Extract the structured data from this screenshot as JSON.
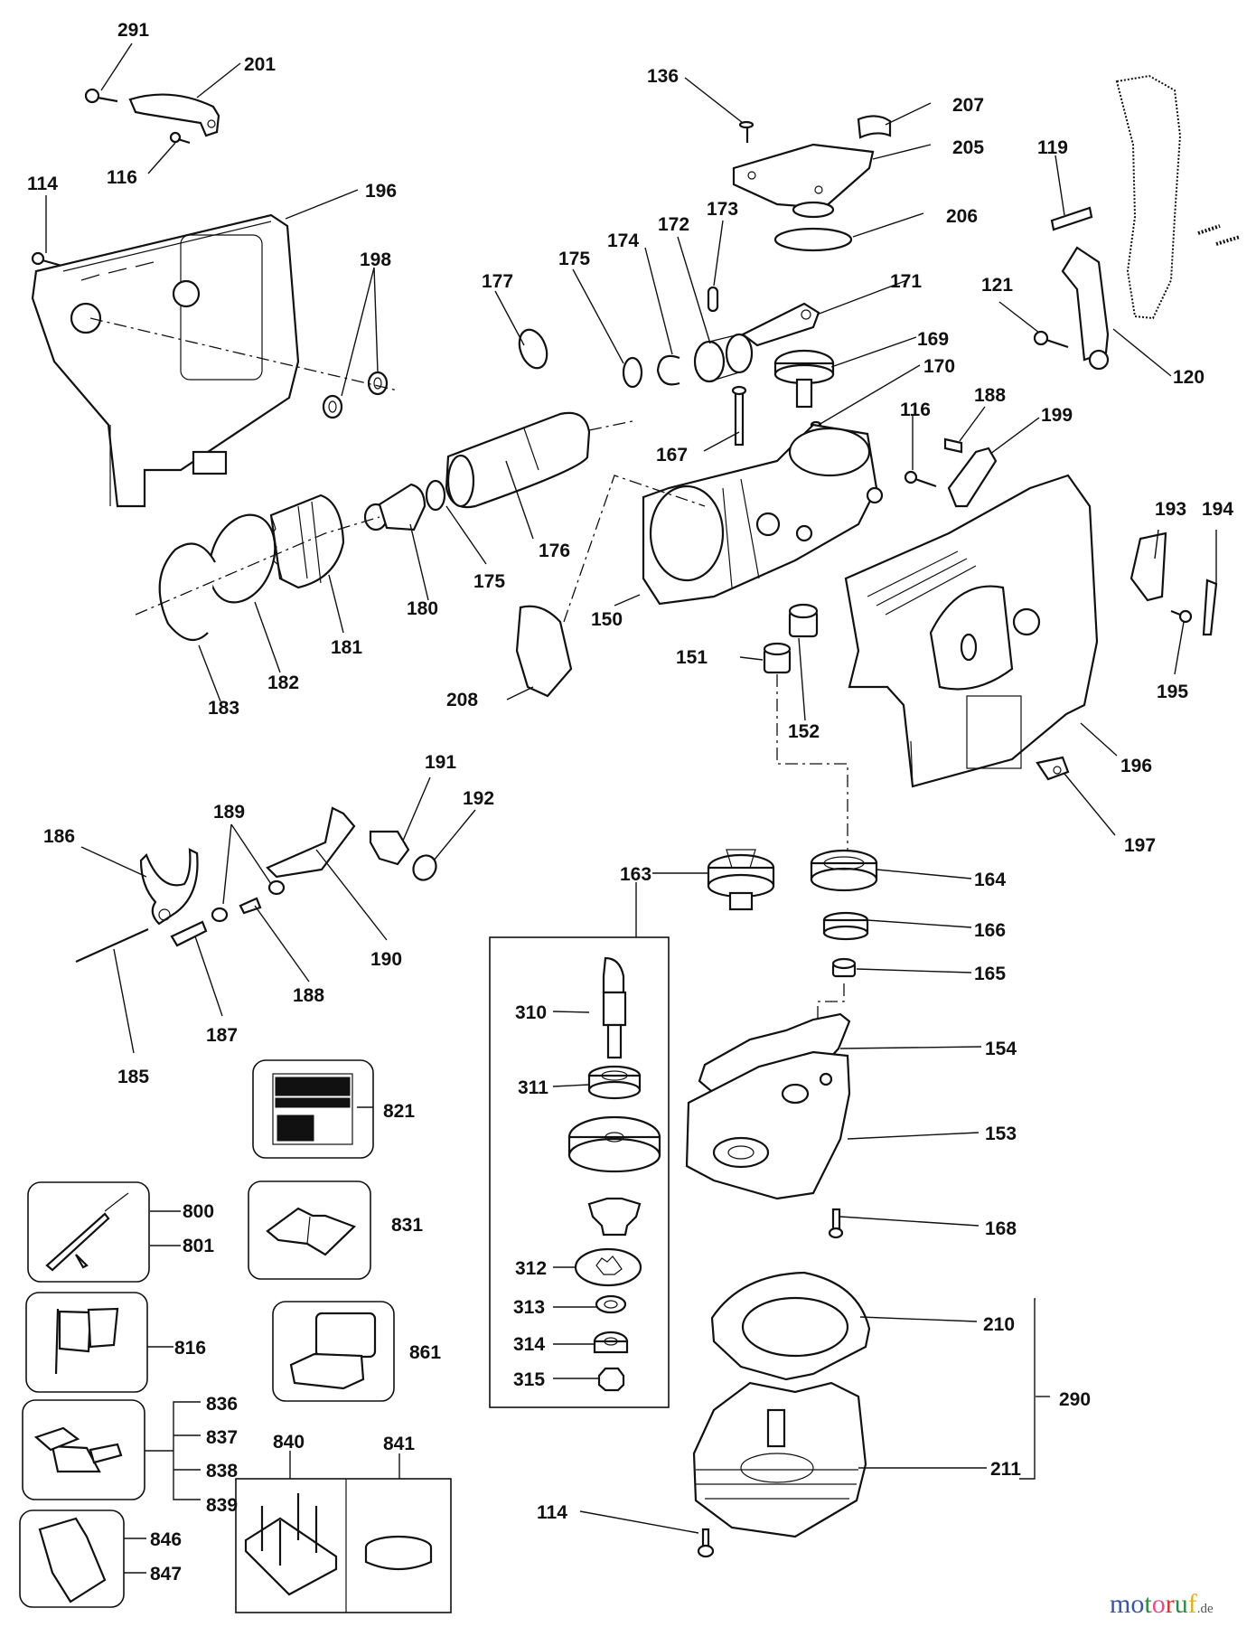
{
  "diagram": {
    "title": "Rotary hammer exploded parts diagram",
    "part_labels": [
      {
        "id": "p291",
        "text": "291"
      },
      {
        "id": "p201",
        "text": "201"
      },
      {
        "id": "p116a",
        "text": "116"
      },
      {
        "id": "p114a",
        "text": "114"
      },
      {
        "id": "p196a",
        "text": "196"
      },
      {
        "id": "p198",
        "text": "198"
      },
      {
        "id": "p136",
        "text": "136"
      },
      {
        "id": "p207",
        "text": "207"
      },
      {
        "id": "p205",
        "text": "205"
      },
      {
        "id": "p206",
        "text": "206"
      },
      {
        "id": "p173",
        "text": "173"
      },
      {
        "id": "p172",
        "text": "172"
      },
      {
        "id": "p174",
        "text": "174"
      },
      {
        "id": "p175a",
        "text": "175"
      },
      {
        "id": "p177",
        "text": "177"
      },
      {
        "id": "p171",
        "text": "171"
      },
      {
        "id": "p169",
        "text": "169"
      },
      {
        "id": "p170",
        "text": "170"
      },
      {
        "id": "p119",
        "text": "119"
      },
      {
        "id": "p121",
        "text": "121"
      },
      {
        "id": "p120",
        "text": "120"
      },
      {
        "id": "p167",
        "text": "167"
      },
      {
        "id": "p116b",
        "text": "116"
      },
      {
        "id": "p188a",
        "text": "188"
      },
      {
        "id": "p199",
        "text": "199"
      },
      {
        "id": "p176",
        "text": "176"
      },
      {
        "id": "p175b",
        "text": "175"
      },
      {
        "id": "p180",
        "text": "180"
      },
      {
        "id": "p181",
        "text": "181"
      },
      {
        "id": "p182",
        "text": "182"
      },
      {
        "id": "p183",
        "text": "183"
      },
      {
        "id": "p150",
        "text": "150"
      },
      {
        "id": "p208",
        "text": "208"
      },
      {
        "id": "p151",
        "text": "151"
      },
      {
        "id": "p152",
        "text": "152"
      },
      {
        "id": "p193",
        "text": "193"
      },
      {
        "id": "p194",
        "text": "194"
      },
      {
        "id": "p195",
        "text": "195"
      },
      {
        "id": "p196b",
        "text": "196"
      },
      {
        "id": "p197",
        "text": "197"
      },
      {
        "id": "p191",
        "text": "191"
      },
      {
        "id": "p192",
        "text": "192"
      },
      {
        "id": "p186",
        "text": "186"
      },
      {
        "id": "p189",
        "text": "189"
      },
      {
        "id": "p190",
        "text": "190"
      },
      {
        "id": "p188b",
        "text": "188"
      },
      {
        "id": "p187",
        "text": "187"
      },
      {
        "id": "p185",
        "text": "185"
      },
      {
        "id": "p163",
        "text": "163"
      },
      {
        "id": "p164",
        "text": "164"
      },
      {
        "id": "p166",
        "text": "166"
      },
      {
        "id": "p165",
        "text": "165"
      },
      {
        "id": "p154",
        "text": "154"
      },
      {
        "id": "p153",
        "text": "153"
      },
      {
        "id": "p168",
        "text": "168"
      },
      {
        "id": "p210",
        "text": "210"
      },
      {
        "id": "p290",
        "text": "290"
      },
      {
        "id": "p211",
        "text": "211"
      },
      {
        "id": "p114b",
        "text": "114"
      },
      {
        "id": "p310",
        "text": "310"
      },
      {
        "id": "p311",
        "text": "311"
      },
      {
        "id": "p312",
        "text": "312"
      },
      {
        "id": "p313",
        "text": "313"
      },
      {
        "id": "p314",
        "text": "314"
      },
      {
        "id": "p315",
        "text": "315"
      },
      {
        "id": "p821",
        "text": "821"
      },
      {
        "id": "p831",
        "text": "831"
      },
      {
        "id": "p861",
        "text": "861"
      },
      {
        "id": "p800",
        "text": "800"
      },
      {
        "id": "p801",
        "text": "801"
      },
      {
        "id": "p816",
        "text": "816"
      },
      {
        "id": "p836",
        "text": "836"
      },
      {
        "id": "p837",
        "text": "837"
      },
      {
        "id": "p838",
        "text": "838"
      },
      {
        "id": "p839",
        "text": "839"
      },
      {
        "id": "p846",
        "text": "846"
      },
      {
        "id": "p847",
        "text": "847"
      },
      {
        "id": "p840",
        "text": "840"
      },
      {
        "id": "p841",
        "text": "841"
      }
    ],
    "accessory_icons": [
      {
        "id": "821",
        "icon": "label-plate-icon"
      },
      {
        "id": "831",
        "icon": "manual-book-icon"
      },
      {
        "id": "800-801",
        "icon": "grease-gun-icon"
      },
      {
        "id": "816",
        "icon": "flag-icon"
      },
      {
        "id": "861",
        "icon": "carry-case-icon"
      },
      {
        "id": "836-839",
        "icon": "toolbox-icon"
      },
      {
        "id": "846-847",
        "icon": "bag-icon"
      },
      {
        "id": "840",
        "icon": "stand-icon"
      },
      {
        "id": "841",
        "icon": "grease-tin-icon"
      }
    ]
  },
  "watermark": {
    "letters": [
      "m",
      "o",
      "t",
      "o",
      "r",
      "u",
      "f"
    ],
    "colors": [
      "#3b55a0",
      "#3b55a0",
      "#2e8b3e",
      "#e2508a",
      "#c8372d",
      "#2e8b3e",
      "#e0b020"
    ],
    "suffix": ".de"
  }
}
